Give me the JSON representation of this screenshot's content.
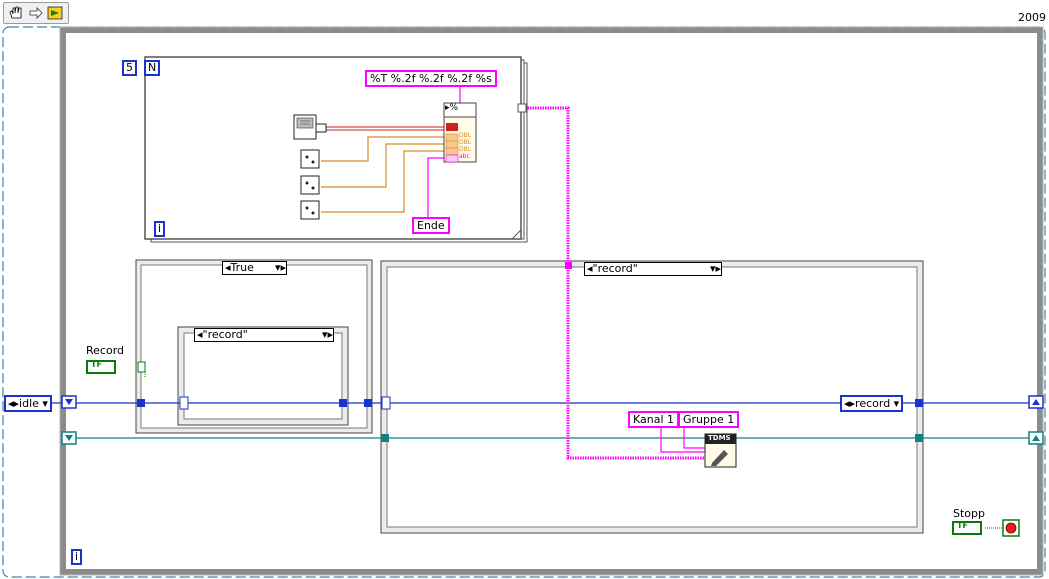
{
  "toolbar": {
    "year": "2009",
    "icons": [
      "hand-icon",
      "arrow-icon",
      "run-icon"
    ]
  },
  "for_loop": {
    "count": "5",
    "count_terminal": "N",
    "iteration": "i"
  },
  "format_string": "%T %.2f %.2f %.2f %s",
  "ende_string": "Ende",
  "case_true": {
    "selector": "True"
  },
  "inner_case": {
    "selector": "\"record\""
  },
  "record_case": {
    "selector": "\"record\""
  },
  "record_control": {
    "label": "Record",
    "tf": "TF"
  },
  "stopp_control": {
    "label": "Stopp",
    "tf": "TF"
  },
  "enum_idle": "idle",
  "enum_record": "record",
  "kanal": "Kanal 1",
  "gruppe": "Gruppe 1",
  "tdms": "TDMS",
  "while_iteration": "i",
  "type_tags": [
    "DBL",
    "DBL",
    "DBL",
    "abc"
  ],
  "colors": {
    "blue_wire": "#1a33cc",
    "pink_wire": "#ff00ff",
    "orange_wire": "#d88a2a",
    "teal_wire": "#128080",
    "red_wire": "#cc2222",
    "green_bool": "#0b7a0b"
  }
}
